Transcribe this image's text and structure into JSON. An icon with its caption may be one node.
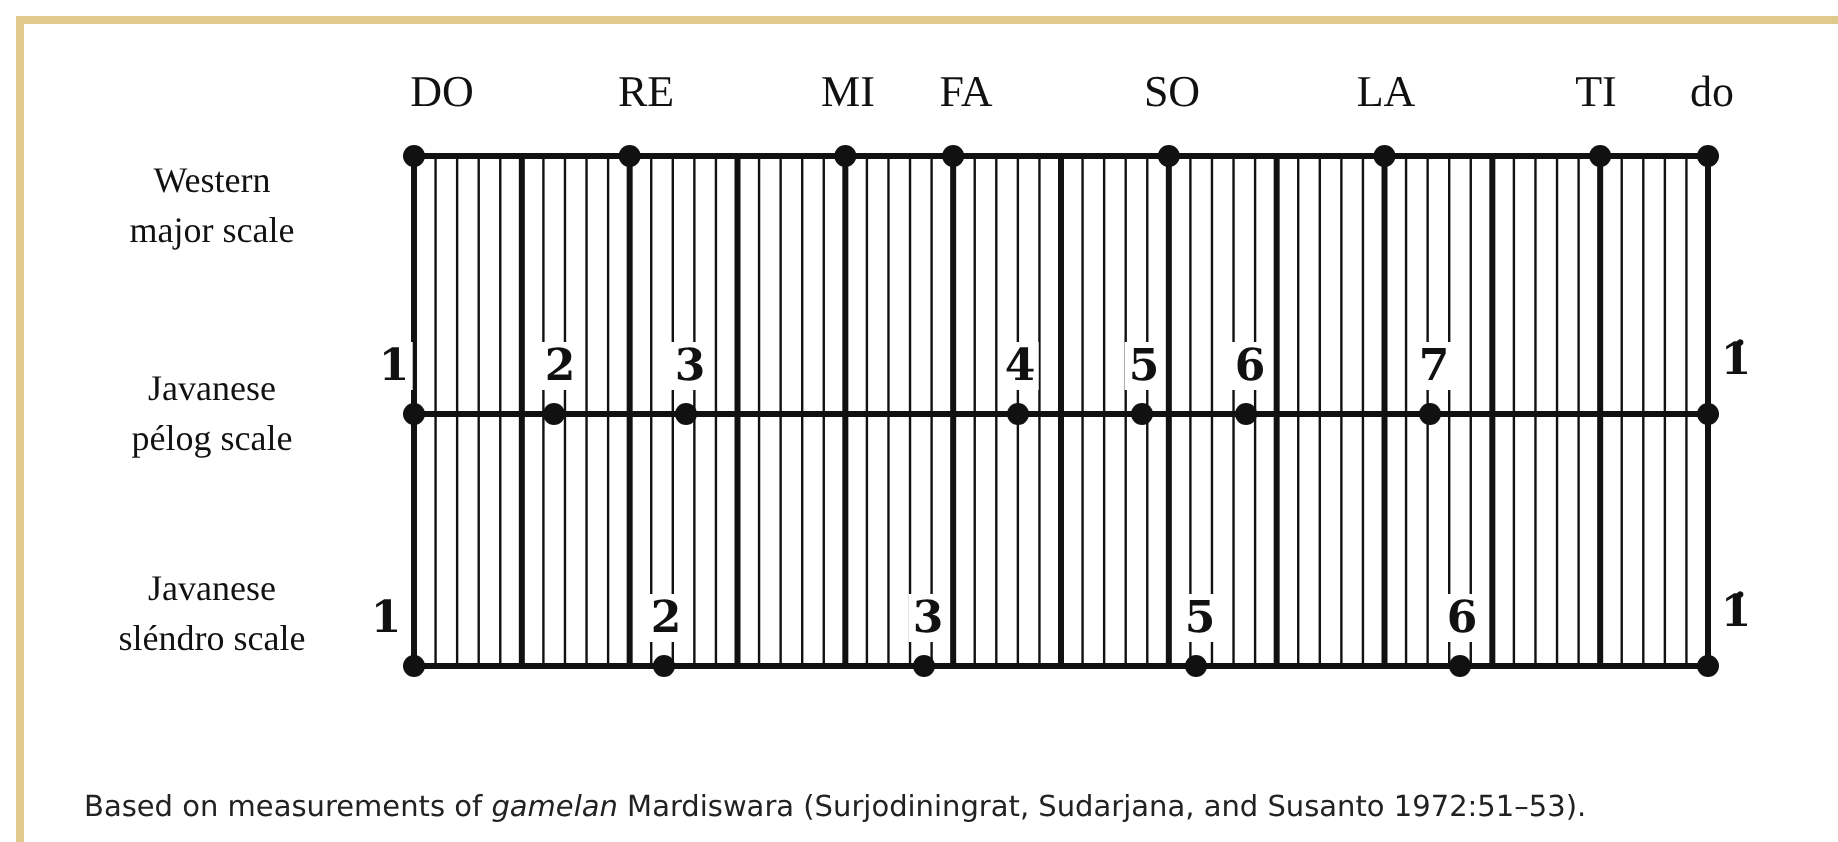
{
  "diagram": {
    "caption": "Based on measurements of *gamelan* Mardiswara (Surjodiningrat, Sudarjana, and Susanto 1972:51–53).",
    "labels": [
      "DO",
      "RE",
      "MI",
      "FA",
      "SO",
      "LA",
      "TI",
      "do",
      "Western major scale",
      "Javanese pélog scale",
      "Javanese sléndro scale",
      "1",
      "2",
      "3",
      "4",
      "5",
      "6",
      "7",
      "1̇",
      "1",
      "2",
      "3",
      "5",
      "6",
      "1̇"
    ]
  }
}
